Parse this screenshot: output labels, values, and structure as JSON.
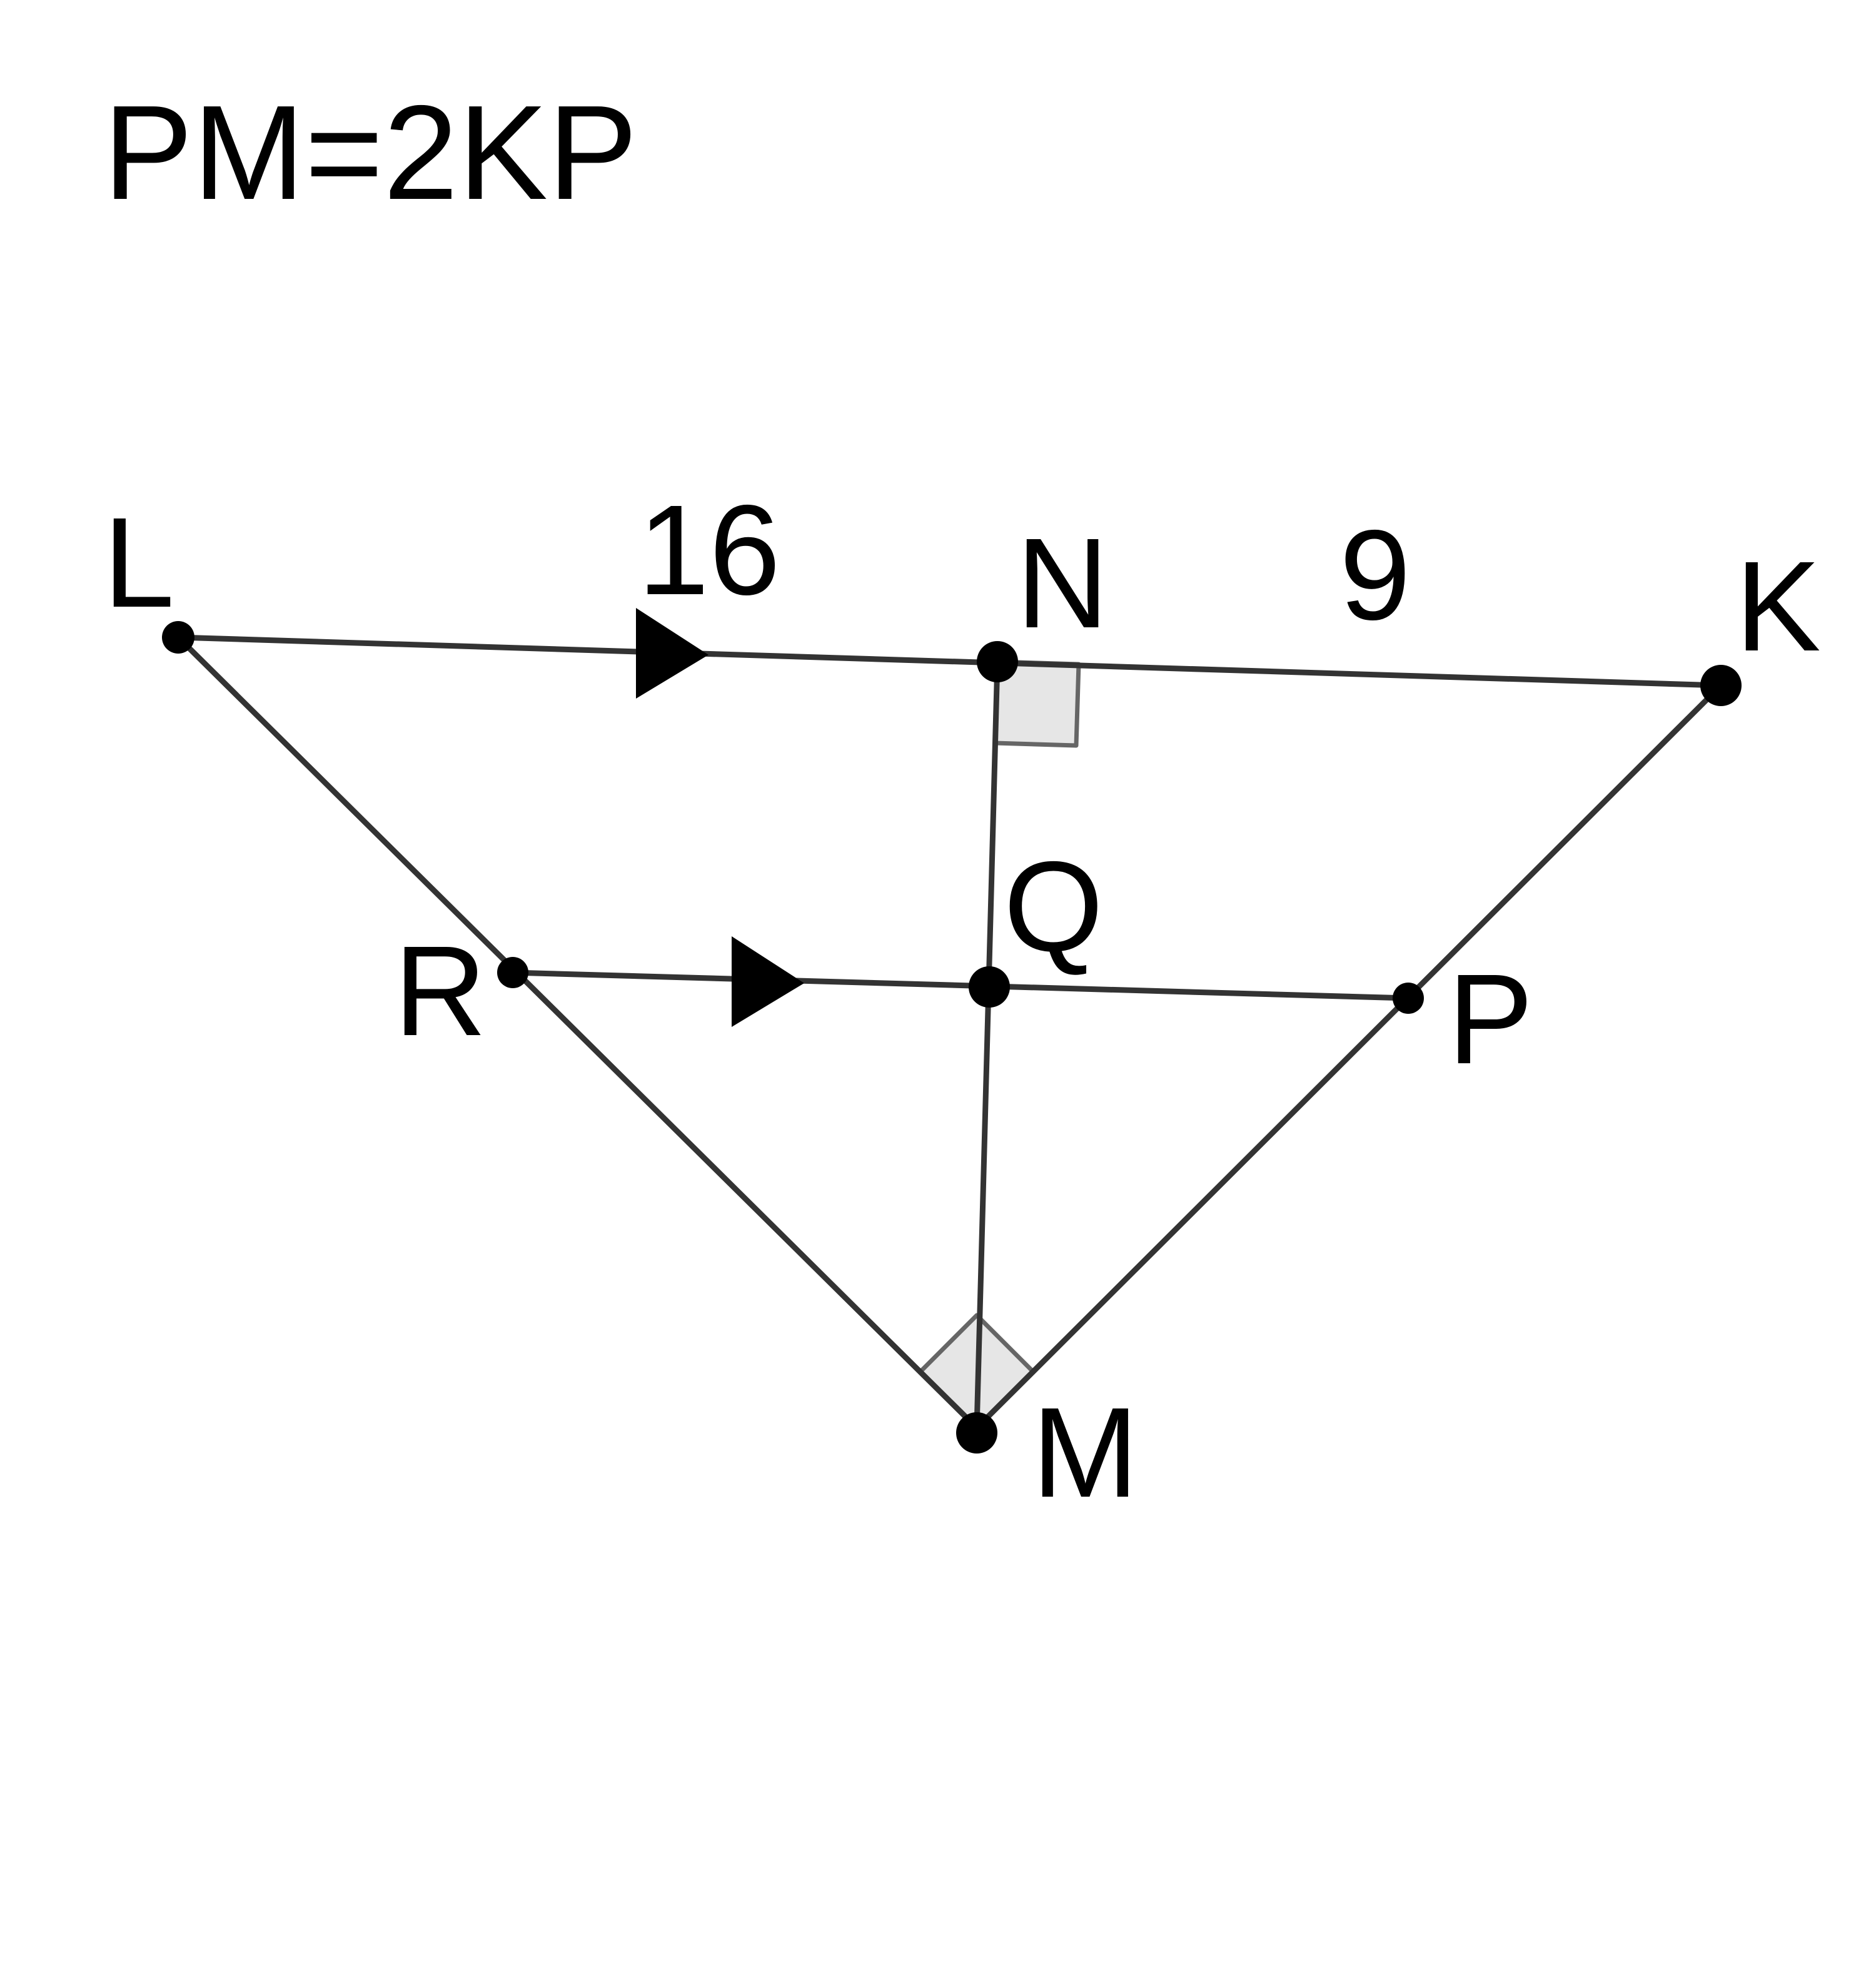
{
  "given_text": "PM=2KP",
  "points": {
    "L": "L",
    "N": "N",
    "K": "K",
    "Q": "Q",
    "R": "R",
    "P": "P",
    "M": "M"
  },
  "measures": {
    "LN": "16",
    "NK": "9"
  },
  "colors": {
    "line": "#333333",
    "right_angle_fill": "#e6e6e6",
    "right_angle_stroke": "#666666",
    "point": "#000000"
  },
  "marks": {
    "right_angle_at_N": true,
    "right_angle_at_M": true,
    "parallel_arrows": [
      "LK",
      "RP"
    ]
  }
}
